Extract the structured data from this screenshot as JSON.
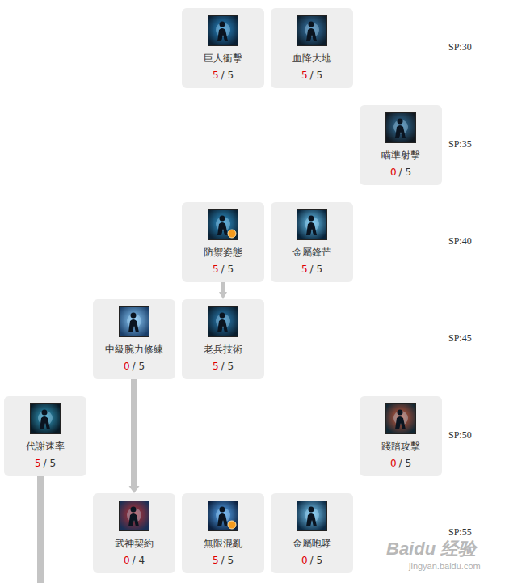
{
  "diagram": {
    "nodes": [
      {
        "text": [
          "巨人衝擊",
          "5",
          "/ 5"
        ]
      },
      {
        "text": [
          "血降大地",
          "5",
          "/ 5"
        ]
      },
      {
        "text": [
          "瞄準射擊",
          "0",
          "/ 5"
        ]
      },
      {
        "text": [
          "防禦姿態",
          "5",
          "/ 5"
        ]
      },
      {
        "text": [
          "金屬鋒芒",
          "5",
          "/ 5"
        ]
      },
      {
        "text": [
          "中級腕力修練",
          "0",
          "/ 5"
        ]
      },
      {
        "text": [
          "老兵技術",
          "5",
          "/ 5"
        ]
      },
      {
        "text": [
          "代謝速率",
          "5",
          "/ 5"
        ]
      },
      {
        "text": [
          "踐踏攻擊",
          "0",
          "/ 5"
        ]
      },
      {
        "text": [
          "武神契約",
          "0",
          "/ 4"
        ]
      },
      {
        "text": [
          "無限混亂",
          "5",
          "/ 5"
        ]
      },
      {
        "text": [
          "金屬咆哮",
          "0",
          "/ 5"
        ]
      }
    ],
    "edges": [
      {
        "from": 3,
        "to": 6,
        "arrow": "to"
      },
      {
        "from": 5,
        "to": 9,
        "arrow": "to"
      }
    ],
    "labels": [
      "SP:30",
      "SP:35",
      "SP:40",
      "SP:45",
      "SP:50",
      "SP:55",
      "Baidu 经验",
      "jingyan.baidu.com"
    ]
  }
}
